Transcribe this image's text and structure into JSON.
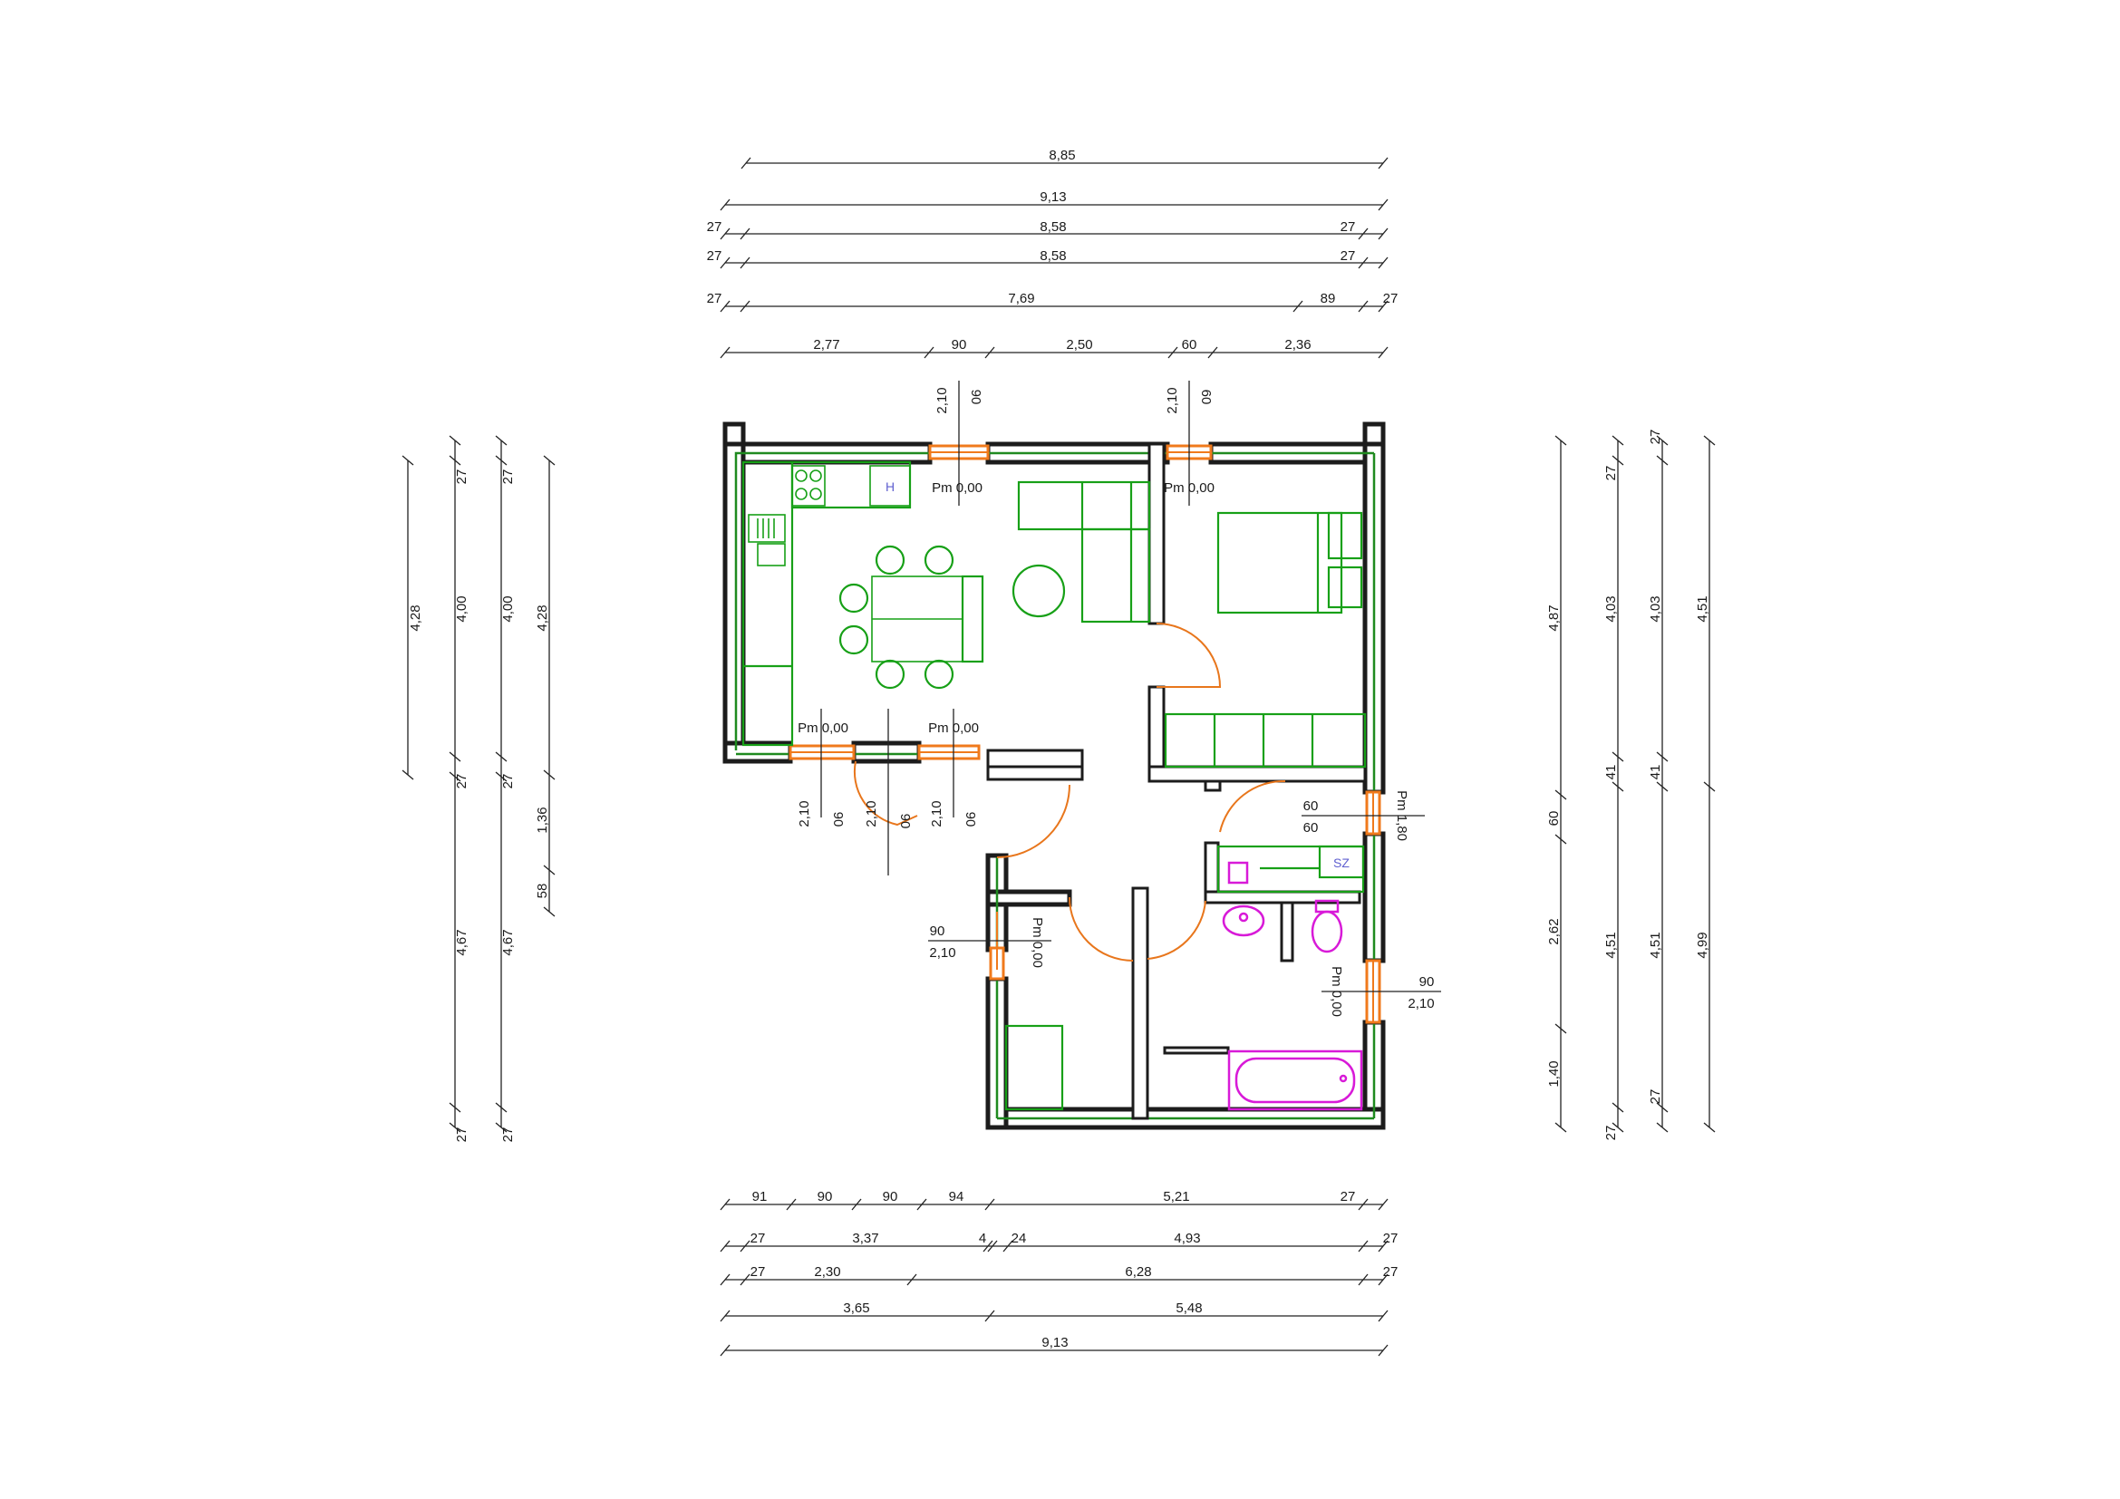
{
  "top_dims": {
    "row1": [
      "8,85"
    ],
    "row2": [
      "9,13"
    ],
    "row3": [
      "27",
      "8,58",
      "27"
    ],
    "row4": [
      "27",
      "8,58",
      "27"
    ],
    "row5": [
      "27",
      "7,69",
      "89",
      "27"
    ],
    "row6": [
      "2,77",
      "90",
      "2,50",
      "60",
      "2,36"
    ]
  },
  "bottom_dims": {
    "row1": [
      "91",
      "90",
      "90",
      "94",
      "5,21",
      "27"
    ],
    "row2": [
      "27",
      "3,37",
      "4",
      "24",
      "4,93",
      "27"
    ],
    "row3": [
      "27",
      "2,30",
      "6,28",
      "27"
    ],
    "row4": [
      "3,65",
      "5,48"
    ],
    "row5": [
      "9,13"
    ]
  },
  "left_dims": {
    "col1": [
      "4,28"
    ],
    "col2": [
      "27",
      "4,00",
      "27",
      "4,67",
      "27"
    ],
    "col3": [
      "27",
      "4,00",
      "27",
      "4,67",
      "27"
    ],
    "col4": [
      "4,28",
      "1,36",
      "58"
    ]
  },
  "right_dims": {
    "col1": [
      "4,87",
      "60",
      "2,62",
      "1,40"
    ],
    "col2": [
      "27",
      "4,03",
      "41",
      "4,51",
      "27"
    ],
    "col3": [
      "27",
      "4,03",
      "41",
      "4,51",
      "27"
    ],
    "col4": [
      "4,51",
      "4,99"
    ]
  },
  "openings": {
    "win_top_left": {
      "w": "90",
      "h": "2,10"
    },
    "win_top_right": {
      "w": "60",
      "h": "2,10"
    },
    "win_bot_left": {
      "w": "90",
      "h": "2,10"
    },
    "door_mid": {
      "w": "90",
      "h": "2,10"
    },
    "win_bot_mid": {
      "w": "90",
      "h": "2,10"
    },
    "win_right_bath": {
      "w": "60",
      "h": "60"
    },
    "win_left_room": {
      "w": "90",
      "h": "2,10"
    },
    "win_right_room": {
      "w": "90",
      "h": "2,10"
    }
  },
  "levels": {
    "kitchen": "Pm 0,00",
    "bedroom": "Pm 0,00",
    "win_bl": "Pm 0,00",
    "win_bm": "Pm 0,00",
    "room": "Pm 0,00",
    "bath": "Pm 0,00",
    "bath_window": "Pm 1,80"
  },
  "symbols": {
    "fridge": "H",
    "wardrobe": "SZ"
  },
  "icons": [
    "stove-icon",
    "sink-icon",
    "dining-table-icon",
    "chair-icon",
    "round-table-icon",
    "sofa-icon",
    "bed-icon",
    "toilet-icon",
    "washbasin-icon",
    "bathtub-icon",
    "door-swing-icon"
  ],
  "colors": {
    "wall_fill": "#1f8a1f",
    "furniture": "#17a017",
    "window": "#f07a1c",
    "sanitary": "#d81ad8"
  }
}
